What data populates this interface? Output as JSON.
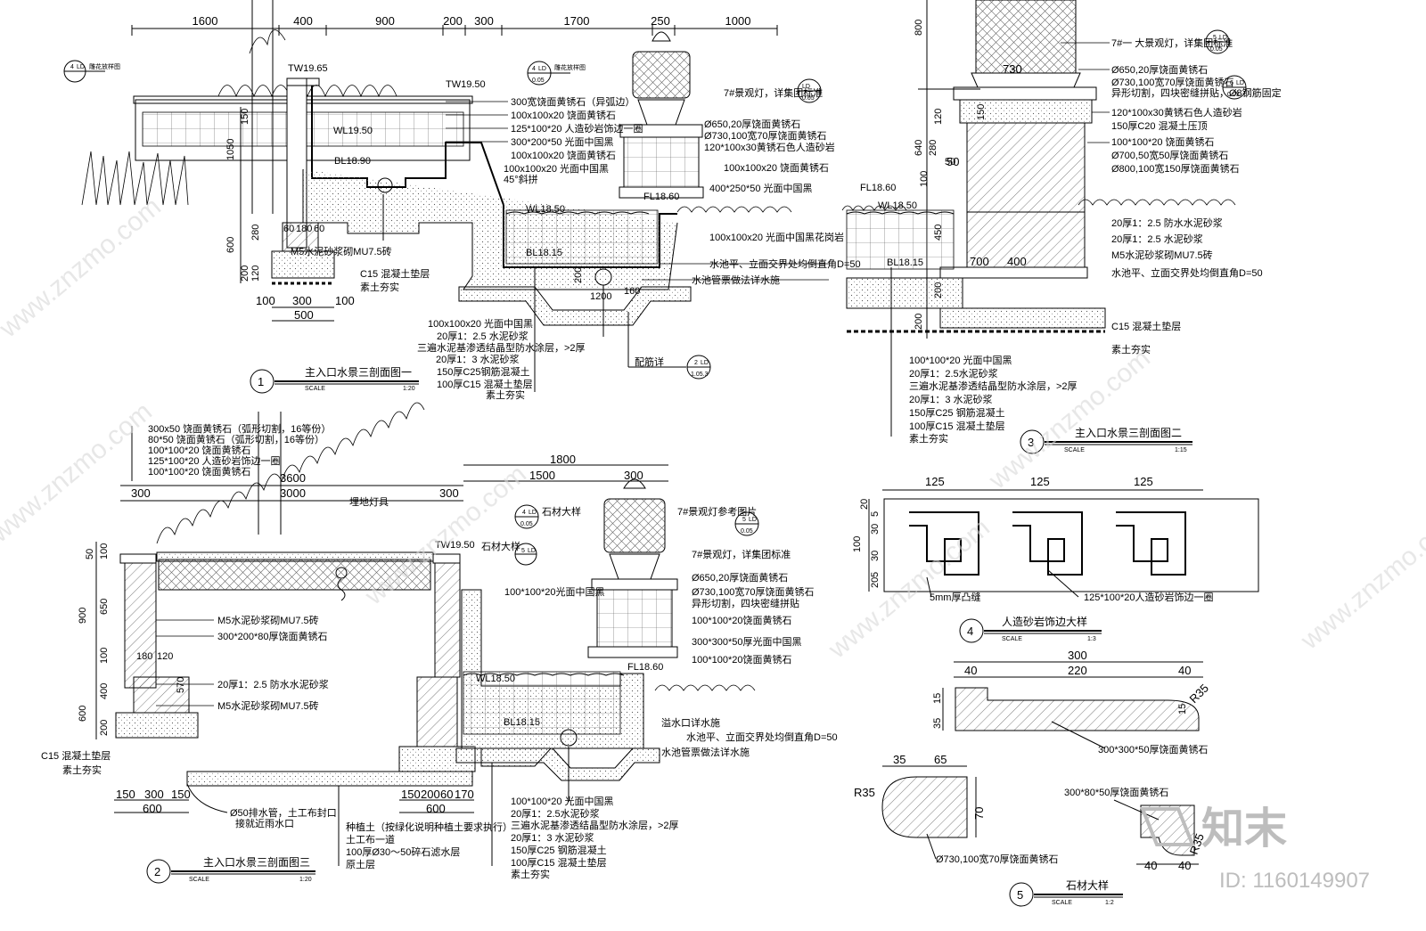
{
  "watermarks": {
    "site": "www.znzmo.com",
    "brand": "知末",
    "id_text": "ID: 1160149907"
  },
  "section1": {
    "top_dims": [
      "1600",
      "400",
      "900",
      "200",
      "300",
      "1700",
      "250",
      "1000"
    ],
    "levels": [
      "TW19.65",
      "TW19.50",
      "WL19.50",
      "BL18.90",
      "FL18.60",
      "WL18.50",
      "BL18.15"
    ],
    "left_tags": [
      "雕花放样图"
    ],
    "mid_tags": [
      "雕花放样图"
    ],
    "notes_right": [
      "300宽饶面黄锈石（异弧边）",
      "100x100x20 饶面黄锈石",
      "125*100*20 人造砂岩饰边一圈",
      "300*200*50 光面中国黑",
      "100x100x20 饶面黄锈石",
      "100x100x20 光面中国黑",
      "45°斜拼"
    ],
    "lamp_notes": [
      "7#景观灯，详集团标准",
      "Ø650,20厚饶面黄锈石",
      "Ø730,100宽70厚饶面黄锈石",
      "120*100x30黄锈石色人造砂岩",
      "100x100x20 饶面黄锈石",
      "400*250*50 光面中国黑"
    ],
    "right_low_notes": [
      "100x100x20 光面中国黑花岗岩",
      "水池平、立面交界处均倒直角D=50",
      "水池管票做法详水施"
    ],
    "left_dims": [
      "600",
      "200",
      "120",
      "280",
      "1050",
      "150"
    ],
    "base_dims": [
      "100",
      "300",
      "100",
      "500"
    ],
    "foot_notes": [
      "60",
      "180",
      "60",
      "M5水泥砂浆砌MU7.5砖",
      "C15 混凝土垫层",
      "素土夯实"
    ],
    "layers": [
      "100x100x20 光面中国黑",
      "20厚1：2.5 水泥砂浆",
      "三遍水泥基渗透结晶型防水涂层，>2厚",
      "20厚1：3 水泥砂浆",
      "150厚C25钢筋混凝土",
      "100厚C15 混凝土垫层",
      "素土夯实"
    ],
    "dim_right": [
      "1200",
      "200",
      "160"
    ],
    "pipe_note": "配筋详",
    "title": "主入口水景三剖面图一",
    "scale_label": "SCALE",
    "scale": "1:20",
    "num": "1",
    "detail_ref_num": "2",
    "detail_ref_sheet": "1.05.3",
    "tag_num": "4",
    "tag_sheet": "0.05",
    "tag_ld": "LD",
    "tag_num_b": "6",
    "lamp_tag_sheet": "0.05"
  },
  "section3": {
    "top_notes": [
      "7#一 大景观灯，详集团标准",
      "Ø650,20厚饶面黄锈石",
      "Ø730,100宽70厚饶面黄锈石",
      "异形切割，四块密缝拼贴，Ø8钢筋固定",
      "120*100x30黄锈石色人造砂岩",
      "150厚C20 混凝土压顶",
      "100*100*20 饶面黄锈石",
      "Ø700,50宽50厚饶面黄锈石",
      "Ø800,100宽150厚饶面黄锈石"
    ],
    "low_notes": [
      "20厚1：2.5 防水水泥砂浆",
      "20厚1：2.5 水泥砂浆",
      "M5水泥砂浆砌MU7.5砖",
      "水池平、立面交界处均倒直角D=50",
      "C15 混凝土垫层",
      "素土夯实"
    ],
    "levels": [
      "FL18.60",
      "WL18.50",
      "BL18.15"
    ],
    "vert_dims": [
      "800",
      "640",
      "120",
      "150",
      "280",
      "50",
      "450",
      "200",
      "100",
      "200"
    ],
    "mid_dims": [
      "730",
      "50",
      "400",
      "700"
    ],
    "layers": [
      "100*100*20 光面中国黑",
      "20厚1：2.5水泥砂浆",
      "三遍水泥基渗透结晶型防水涂层，>2厚",
      "20厚1：3 水泥砂浆",
      "150厚C25 钢筋混凝土",
      "100厚C15 混凝土垫层",
      "素土夯实"
    ],
    "title": "主入口水景三剖面图二",
    "scale_label": "SCALE",
    "scale": "1:15",
    "num": "3",
    "tag_ld": "LD",
    "tag_num_a": "5",
    "tag_num_b": "6",
    "tag_sheet": "0.05"
  },
  "section2": {
    "top_notes": [
      "300x50 饶面黄锈石（弧形切割，16等份）",
      "80*50 饶面黄锈石（弧形切割，16等份）",
      "100*100*20 饶面黄锈石",
      "125*100*20 人造砂岩饰边一圈",
      "100*100*20 饶面黄锈石"
    ],
    "top_dims": [
      "3600",
      "300",
      "3000",
      "300",
      "1800",
      "1500",
      "300"
    ],
    "lamp_label": "埋地灯具",
    "lamp_tag": "石材大样",
    "lamp_ref": "7#景观灯参考图片",
    "lamp_notes": [
      "7#景观灯，详集团标准",
      "Ø650,20厚饶面黄锈石",
      "Ø730,100宽70厚饶面黄锈石",
      "异形切割，四块密缝拼贴",
      "100*100*20饶面黄锈石",
      "300*300*50厚光面中国黑",
      "100*100*20饶面黄锈石"
    ],
    "stone_tag": "石材大样",
    "levels": [
      "TW19.50",
      "WL18.50",
      "FL18.60",
      "BL18.15"
    ],
    "left_notes": [
      "M5水泥砂浆砌MU7.5砖",
      "300*200*80厚饶面黄锈石",
      "20厚1：2.5 防水水泥砂浆",
      "M5水泥砂浆砌MU7.5砖",
      "C15 混凝土垫层",
      "素土夯实"
    ],
    "mid_note": "100*100*20光面中国黑",
    "right_notes": [
      "溢水口详水施",
      "水池平、立面交界处均倒直角D=50",
      "水池管票做法详水施"
    ],
    "vert_dims": [
      "50",
      "100",
      "900",
      "650",
      "100",
      "400",
      "600",
      "200",
      "570"
    ],
    "inner_dims": [
      "180",
      "120"
    ],
    "base_dims_left": [
      "150",
      "300",
      "150",
      "600"
    ],
    "base_dims_right": [
      "150",
      "200",
      "60",
      "170",
      "600"
    ],
    "drain_notes": [
      "Ø50排水管，土工布封口",
      "接就近雨水口"
    ],
    "soil_notes": [
      "种植土（按绿化说明种植土要求执行）",
      "土工布一道",
      "100厚Ø30～50碎石滤水层",
      "原土层"
    ],
    "layers": [
      "100*100*20 光面中国黑",
      "20厚1：2.5水泥砂浆",
      "三遍水泥基渗透结晶型防水涂层，>2厚",
      "20厚1：3 水泥砂浆",
      "150厚C25 钢筋混凝土",
      "100厚C15 混凝土垫层",
      "素土夯实"
    ],
    "title": "主入口水景三剖面图三",
    "scale_label": "SCALE",
    "scale": "1:20",
    "num": "2",
    "tag_ld": "LD",
    "tag_num_a": "4",
    "tag_num_b": "5",
    "tag_sheet": "0.05"
  },
  "section4": {
    "dims_top": [
      "125",
      "125",
      "125"
    ],
    "dims_left": [
      "20",
      "5",
      "30",
      "100",
      "30",
      "5",
      "20"
    ],
    "note_a": "5mm厚凸缝",
    "note_b": "125*100*20人造砂岩饰边一圈",
    "title": "人造砂岩饰边大样",
    "scale_label": "SCALE",
    "scale": "1:3",
    "num": "4"
  },
  "section5": {
    "dims_top": [
      "300",
      "40",
      "220",
      "40"
    ],
    "dims_left": [
      "15",
      "35",
      "15"
    ],
    "radius": "R35",
    "note_stone": "300*300*50厚饶面黄锈石",
    "dims_b": [
      "35",
      "65",
      "70"
    ],
    "radius_b": "R35",
    "note_b": "Ø730,100宽70厚饶面黄锈石",
    "note_c": "300*80*50厚饶面黄锈石",
    "dims_c": [
      "40",
      "40"
    ],
    "radius_c": "R35",
    "title": "石材大样",
    "scale_label": "SCALE",
    "scale": "1:2",
    "num": "5"
  }
}
